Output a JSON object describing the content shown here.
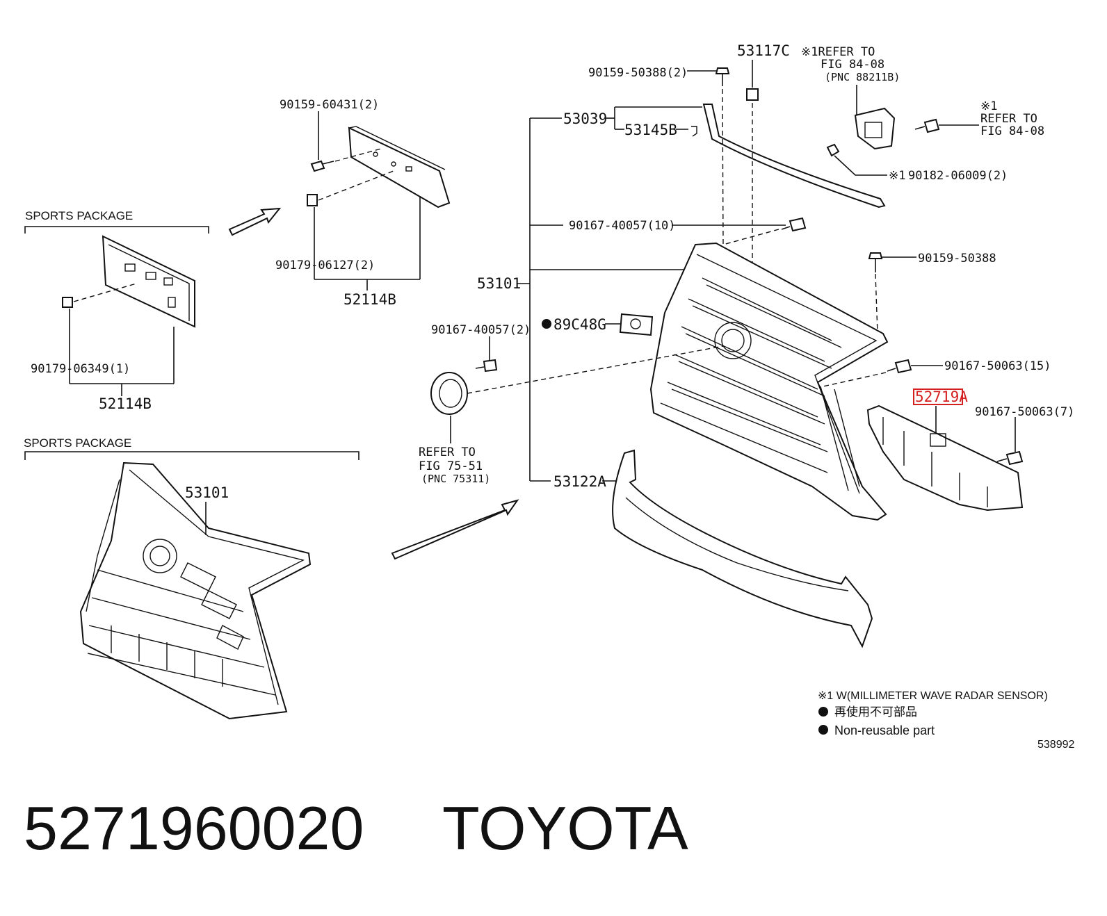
{
  "labels": {
    "p_90159_60431": "90159-60431(2)",
    "p_90179_06127": "90179-06127(2)",
    "p_52114B_top": "52114B",
    "p_52114B_left": "52114B",
    "p_90179_06349": "90179-06349(1)",
    "p_53101_bottom": "53101",
    "p_90159_50388_2": "90159-50388(2)",
    "p_53117C": "53117C",
    "p_53039": "53039",
    "p_53145B": "53145B",
    "p_90167_40057_10": "90167-40057(10)",
    "p_53101_main": "53101",
    "p_90167_40057_2": "90167-40057(2)",
    "p_89C48G": "89C48G",
    "p_53122A": "53122A",
    "p_90159_50388": "90159-50388",
    "p_90167_50063_15": "90167-50063(15)",
    "p_52719A": "52719A",
    "p_90167_50063_7": "90167-50063(7)",
    "p_90182_06009": "90182-06009(2)",
    "ref_8408_a_1": "※1REFER TO",
    "ref_8408_a_2": "FIG 84-08",
    "ref_8408_a_3": "(PNC 88211B)",
    "ref_8408_b_0": "※1",
    "ref_8408_b_1": "REFER TO",
    "ref_8408_b_2": "FIG 84-08",
    "ref_90182_mark": "※1",
    "ref_7551_1": "REFER TO",
    "ref_7551_2": "FIG 75-51",
    "ref_7551_3": "(PNC 75311)"
  },
  "packages": {
    "top": "SPORTS PACKAGE",
    "bottom": "SPORTS PACKAGE"
  },
  "legend": {
    "note1": "※1 W(MILLIMETER WAVE RADAR SENSOR)",
    "note2": "再使用不可部品",
    "note3": "Non-reusable part",
    "figure_id": "538992"
  },
  "highlight_color": "#d62020",
  "footer": {
    "part_number": "5271960020",
    "brand": "TOYOTA"
  }
}
